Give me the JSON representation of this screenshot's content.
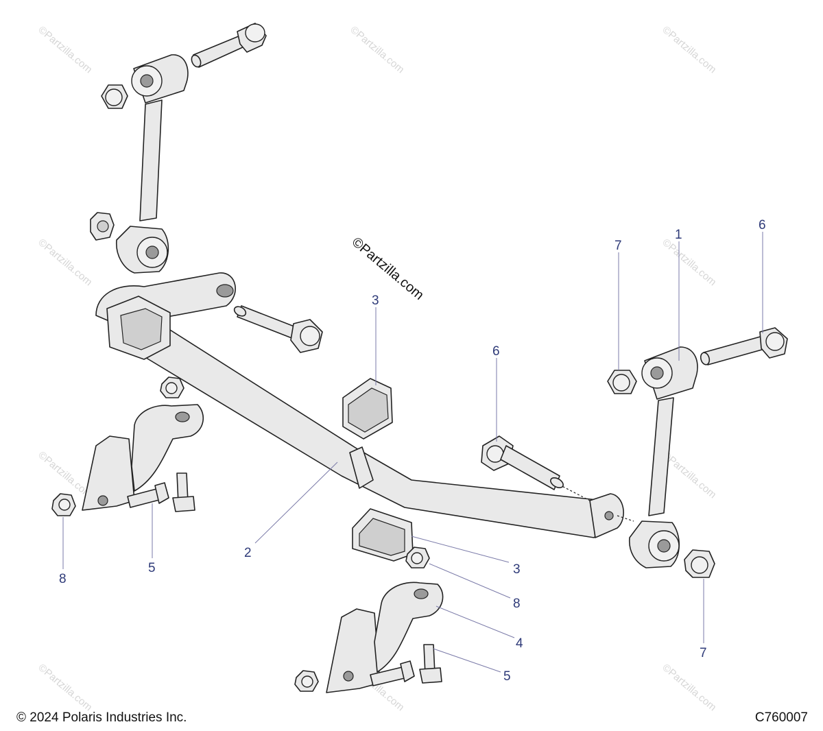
{
  "watermarks": {
    "text": "©Partzilla.com",
    "center": "©Partzilla.com"
  },
  "callouts": [
    {
      "id": "c1",
      "label": "1"
    },
    {
      "id": "c2",
      "label": "2"
    },
    {
      "id": "c3a",
      "label": "3"
    },
    {
      "id": "c3b",
      "label": "3"
    },
    {
      "id": "c4",
      "label": "4"
    },
    {
      "id": "c5a",
      "label": "5"
    },
    {
      "id": "c5b",
      "label": "5"
    },
    {
      "id": "c6a",
      "label": "6"
    },
    {
      "id": "c6b",
      "label": "6"
    },
    {
      "id": "c7a",
      "label": "7"
    },
    {
      "id": "c7b",
      "label": "7"
    },
    {
      "id": "c8a",
      "label": "8"
    },
    {
      "id": "c8b",
      "label": "8"
    }
  ],
  "footer": {
    "copyright": "© 2024 Polaris Industries Inc.",
    "drawing_number": "C760007"
  }
}
